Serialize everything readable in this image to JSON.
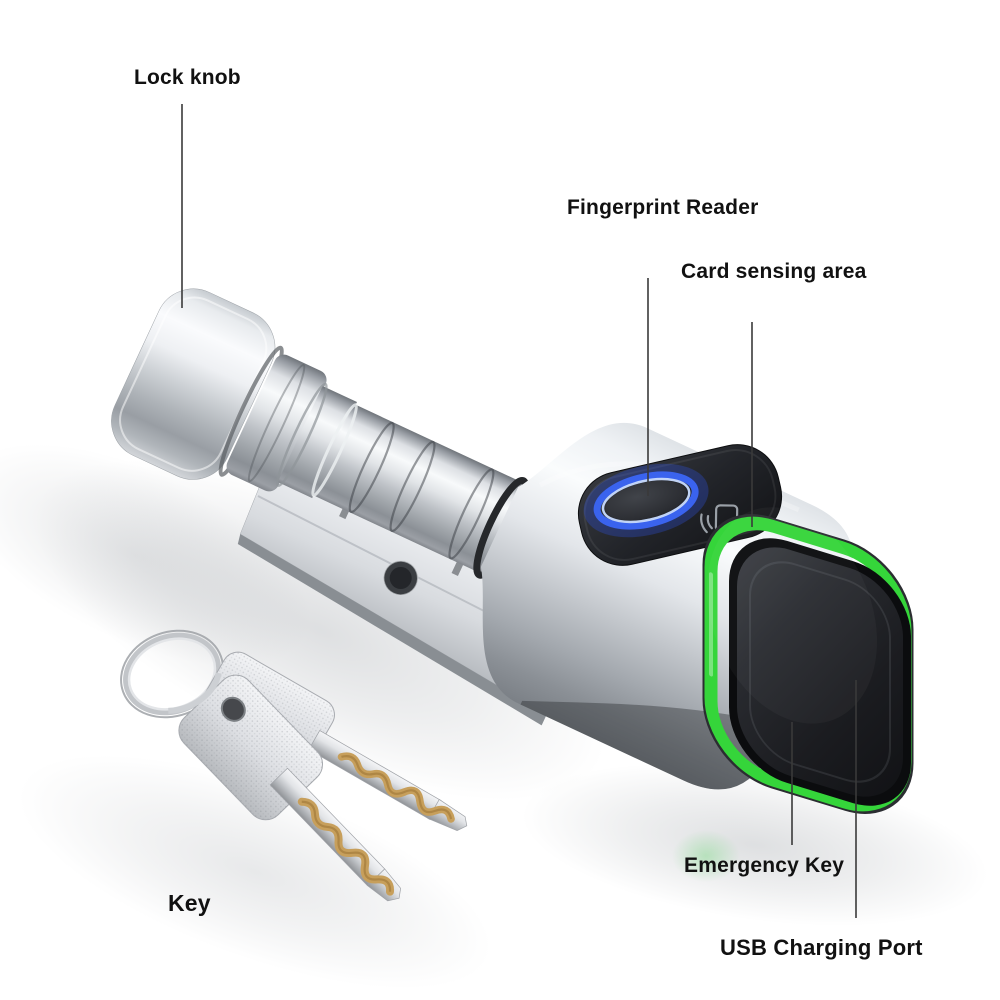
{
  "callouts": {
    "lock_knob": "Lock knob",
    "fingerprint_reader": "Fingerprint Reader",
    "card_sensing_area": "Card sensing area",
    "emergency_key": "Emergency Key",
    "usb_charging_port": "USB Charging Port",
    "key": "Key"
  },
  "colors": {
    "background": "#ffffff",
    "label_text": "#111111",
    "leader_line": "#3a3a3a",
    "accent_green": "#35d53a",
    "fingerprint_ring_blue": "#3a63ee",
    "fingerprint_ring_highlight": "#cde0ff",
    "panel_black": "#1d1f24",
    "face_black": "#17181c",
    "chrome_light": "#f8fafb",
    "chrome_mid": "#c3c7cc",
    "chrome_dark": "#83878d",
    "key_brass": "#c79f5b"
  },
  "icons": {
    "fingerprint": "fingerprint-ring-icon",
    "card": "nfc-card-icon"
  }
}
